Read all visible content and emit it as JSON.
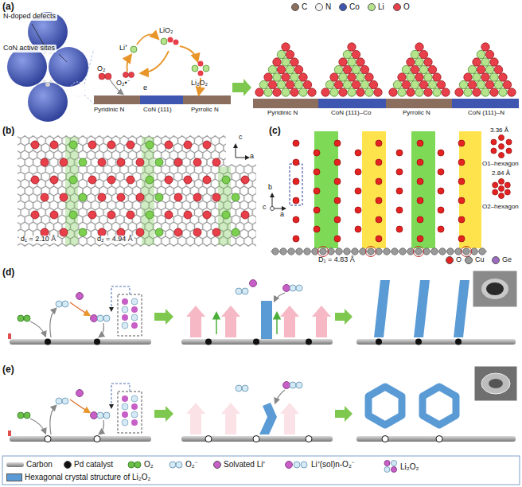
{
  "diagram": {
    "labels": [
      "(a)",
      "N-doped defects",
      "CoN active sites",
      "Li⁺",
      "LiO₂",
      "O₂",
      "O₂•⁻",
      "e",
      "Li₂O₂",
      "Pyridinic N",
      "CoN (111)",
      "Pyrrolic N",
      "Pyridinic N",
      "CoN (111)–Co",
      "Pyrrolic N",
      "CoN (111)–N",
      "(b)",
      "c",
      "a",
      "d₁ = 2.10 Å",
      "d₂ = 4.94 Å",
      "(c)",
      "b",
      "a",
      "c",
      "3.36 Å",
      "O1–hexagon",
      "2.84 Å",
      "O2–hexagon",
      "D₁ = 4.83 Å",
      "(d)",
      "(e)"
    ],
    "legend": [
      {
        "text": "C",
        "color": "#8c6e5e"
      },
      {
        "text": "N",
        "color": "#f4f4f4"
      },
      {
        "text": "Co",
        "color": "#3f56b0"
      },
      {
        "text": "Li",
        "color": "#b5e48c"
      },
      {
        "text": "O",
        "color": "#e8404a"
      },
      {
        "text": "O",
        "color": "#e52222"
      },
      {
        "text": "Cu",
        "color": "#9a9a9a"
      },
      {
        "text": "Ge",
        "color": "#9b6bc0"
      },
      {
        "text": "Carbon"
      },
      {
        "text": "Pd catalyst",
        "color": "#111111"
      },
      {
        "text": "O₂"
      },
      {
        "text": "O₂⁻"
      },
      {
        "text": "Solvated Li⁺",
        "color": "#c75fc7"
      },
      {
        "text": "Li⁺(sol)n-O₂⁻"
      },
      {
        "text": "Li₂O₂"
      },
      {
        "text": "Hexagonal crystal structure of Li₂O₂",
        "color": "#5b9bd5"
      }
    ]
  }
}
